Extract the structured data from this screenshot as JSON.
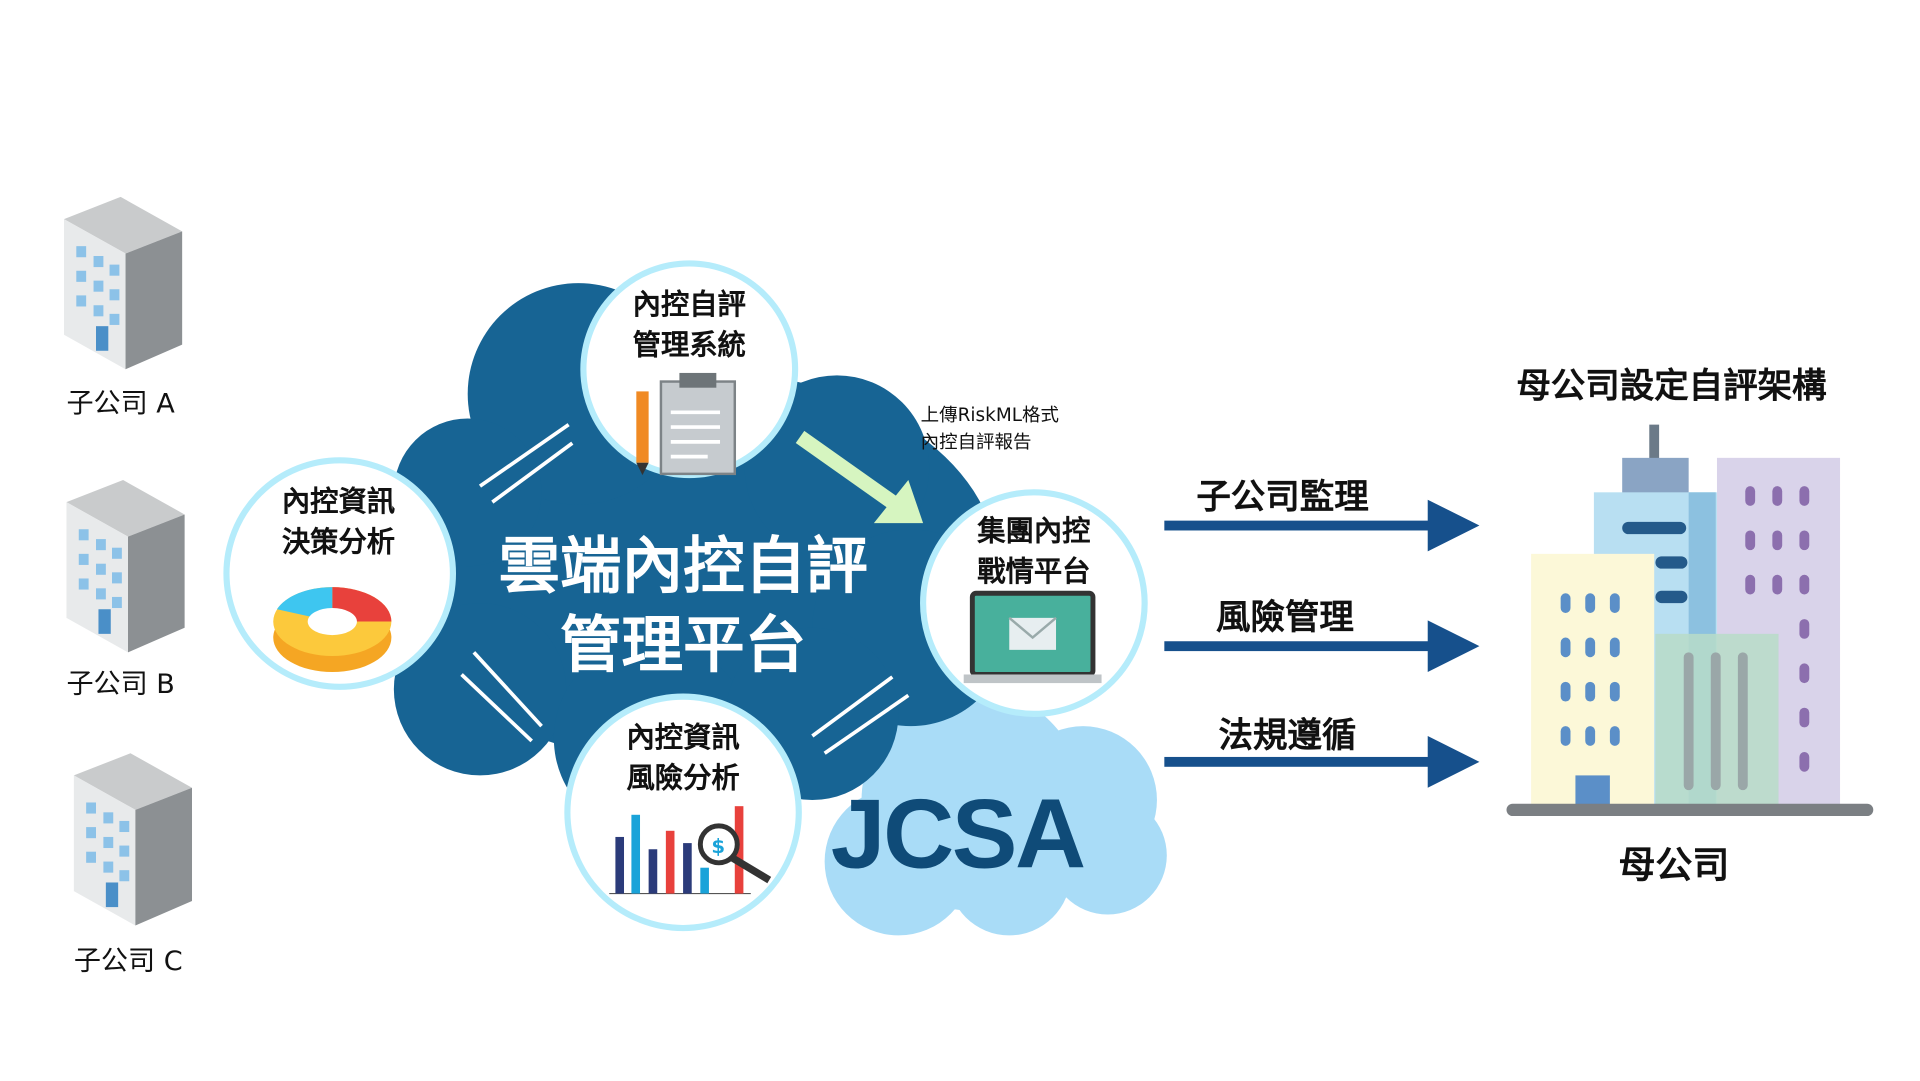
{
  "subsidiaries": [
    "子公司 A",
    "子公司 B",
    "子公司 C"
  ],
  "platform": {
    "title_line1": "雲端內控自評",
    "title_line2": "管理平台",
    "brand": "JCSA"
  },
  "modules": {
    "self_assessment": [
      "內控自評",
      "管理系統"
    ],
    "decision_analysis": [
      "內控資訊",
      "決策分析"
    ],
    "risk_analysis": [
      "內控資訊",
      "風險分析"
    ],
    "group_dashboard": [
      "集團內控",
      "戰情平台"
    ]
  },
  "upload_note": [
    "上傳RiskML格式",
    "內控自評報告"
  ],
  "outputs": [
    "子公司監理",
    "風險管理",
    "法規遵循"
  ],
  "parent": {
    "heading": "母公司設定自評架構",
    "label": "母公司"
  },
  "colors": {
    "cloud_dark": "#176494",
    "cloud_light": "#a9dcf7",
    "arrow": "#16508c",
    "circle_border": "#b5ecfb",
    "upload_arrow": "#d6f5c0"
  }
}
